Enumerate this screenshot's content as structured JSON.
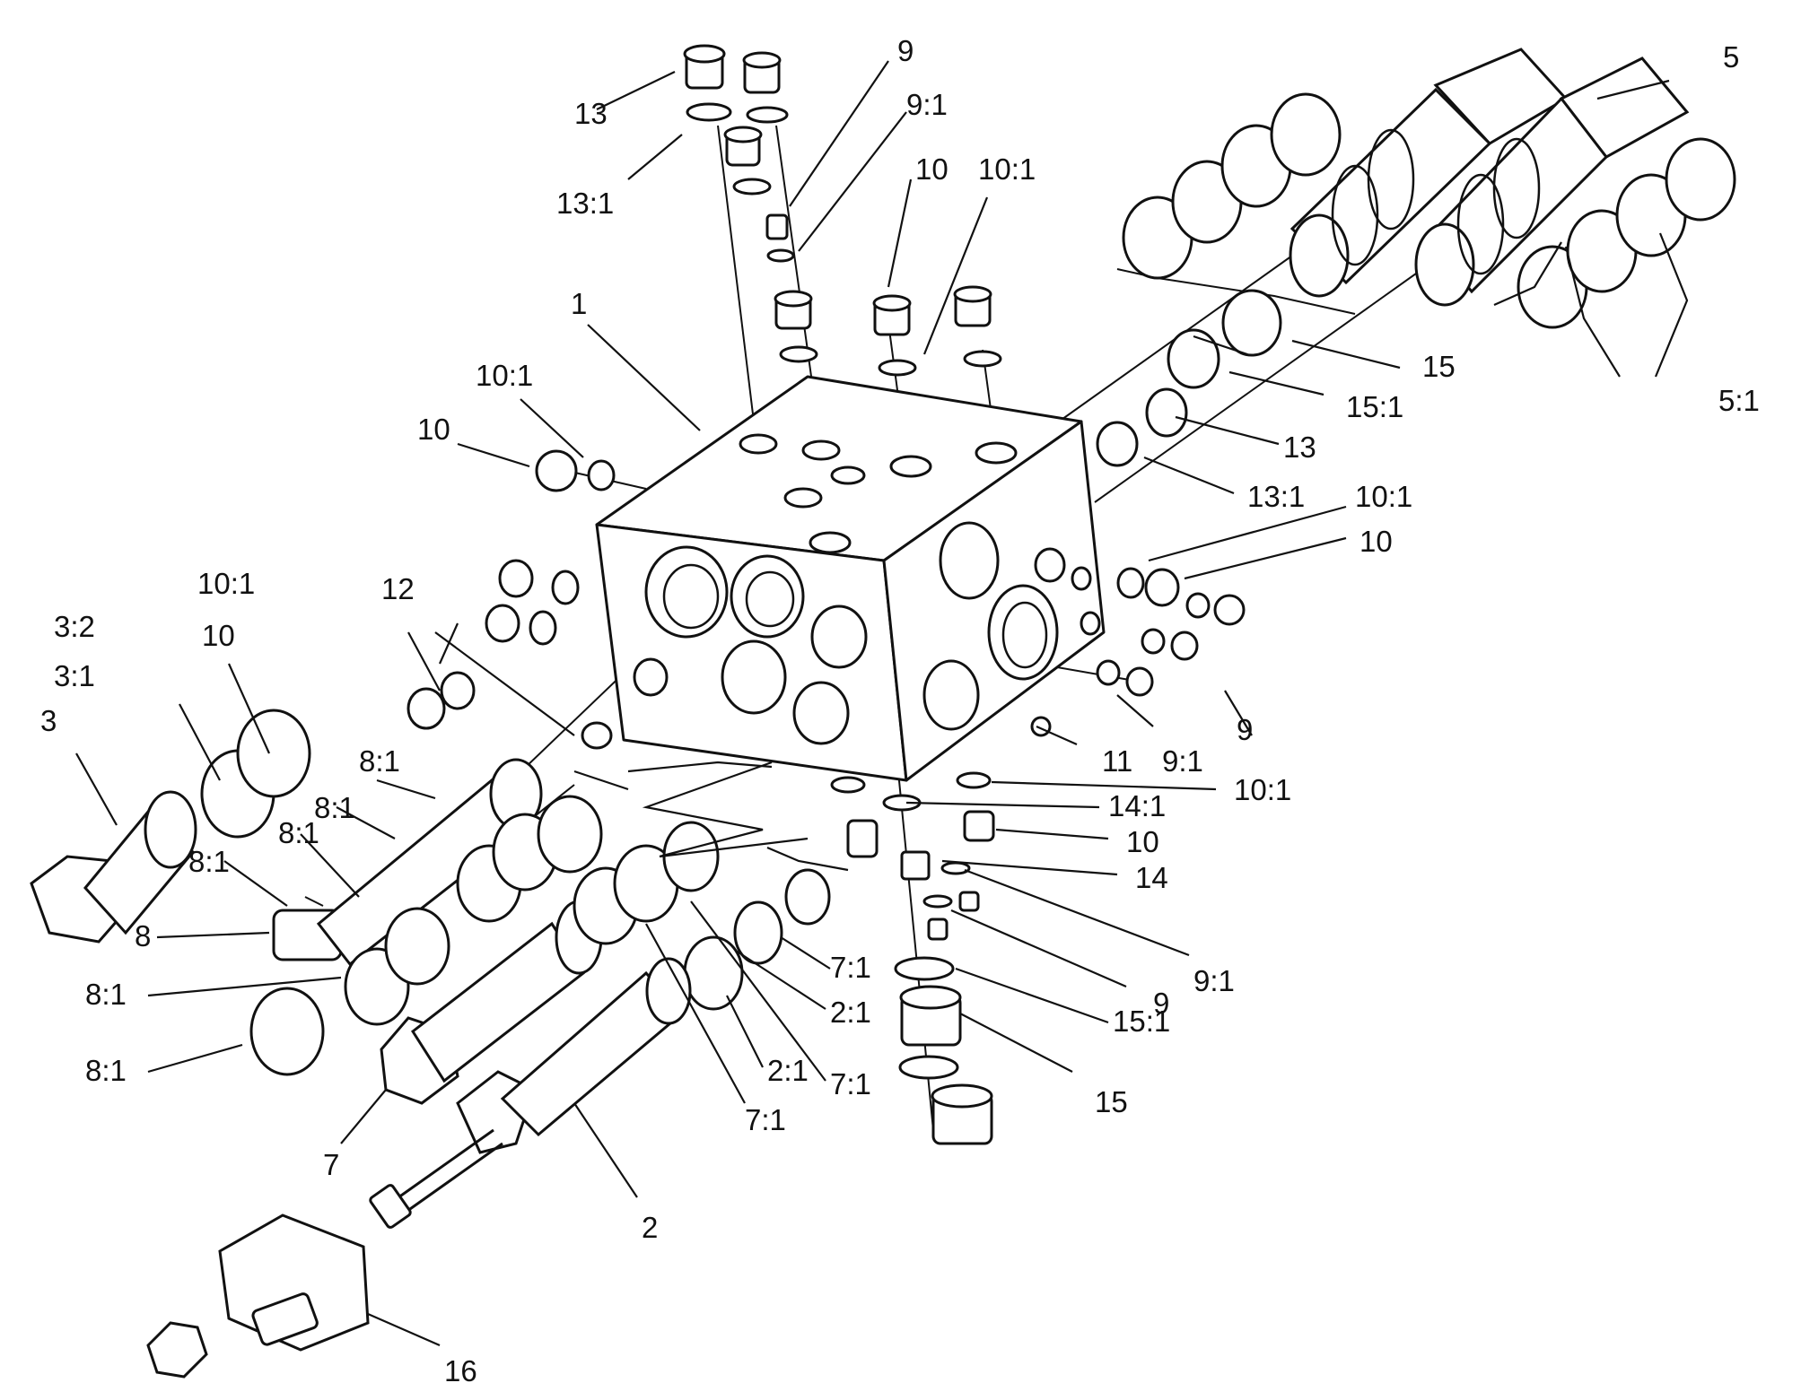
{
  "labels": [
    {
      "text": "13"
    },
    {
      "text": "13:1"
    },
    {
      "text": "9"
    },
    {
      "text": "9:1"
    },
    {
      "text": "10"
    },
    {
      "text": "10:1"
    },
    {
      "text": "5"
    },
    {
      "text": "1"
    },
    {
      "text": "10:1"
    },
    {
      "text": "10"
    },
    {
      "text": "15"
    },
    {
      "text": "15:1"
    },
    {
      "text": "5:1"
    },
    {
      "text": "13"
    },
    {
      "text": "13:1"
    },
    {
      "text": "10:1"
    },
    {
      "text": "10"
    },
    {
      "text": "10:1"
    },
    {
      "text": "12"
    },
    {
      "text": "10"
    },
    {
      "text": "3:2"
    },
    {
      "text": "3:1"
    },
    {
      "text": "3"
    },
    {
      "text": "9"
    },
    {
      "text": "8:1"
    },
    {
      "text": "11"
    },
    {
      "text": "9:1"
    },
    {
      "text": "8:1"
    },
    {
      "text": "10:1"
    },
    {
      "text": "8:1"
    },
    {
      "text": "14:1"
    },
    {
      "text": "8:1"
    },
    {
      "text": "10"
    },
    {
      "text": "14"
    },
    {
      "text": "8"
    },
    {
      "text": "9:1"
    },
    {
      "text": "7:1"
    },
    {
      "text": "9"
    },
    {
      "text": "8:1"
    },
    {
      "text": "2:1"
    },
    {
      "text": "15:1"
    },
    {
      "text": "2:1"
    },
    {
      "text": "7:1"
    },
    {
      "text": "8:1"
    },
    {
      "text": "15"
    },
    {
      "text": "7:1"
    },
    {
      "text": "7"
    },
    {
      "text": "2"
    },
    {
      "text": "16"
    }
  ]
}
